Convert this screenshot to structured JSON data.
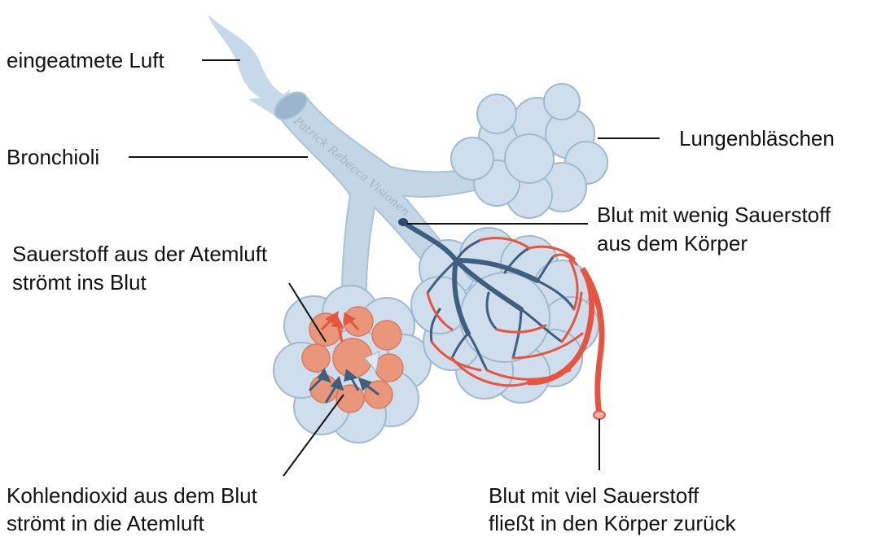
{
  "labels": {
    "inhaled_air": "eingeatmete Luft",
    "bronchioles": "Bronchioli",
    "alveoli": "Lungenbläschen",
    "deoxygenated_line1": "Blut mit wenig Sauerstoff",
    "deoxygenated_line2": "aus dem Körper",
    "oxygen_in_line1": "Sauerstoff aus der Atemluft",
    "oxygen_in_line2": "strömt ins Blut",
    "co2_out_line1": "Kohlendioxid aus dem Blut",
    "co2_out_line2": "strömt in die Atemluft",
    "oxygenated_line1": "Blut mit viel Sauerstoff",
    "oxygenated_line2": "fließt in den Körper zurück"
  },
  "watermark": "Patrick Rebecca Visionen",
  "colors": {
    "airway": "#c2d6e6",
    "airway_outline": "#a9c3d9",
    "alveolus": "#cfdeec",
    "deoxygenated_blood": "#3f5f7f",
    "oxygenated_blood": "#e8543f",
    "alveolus_inner": "#e9967a",
    "leader_line": "#111111"
  }
}
